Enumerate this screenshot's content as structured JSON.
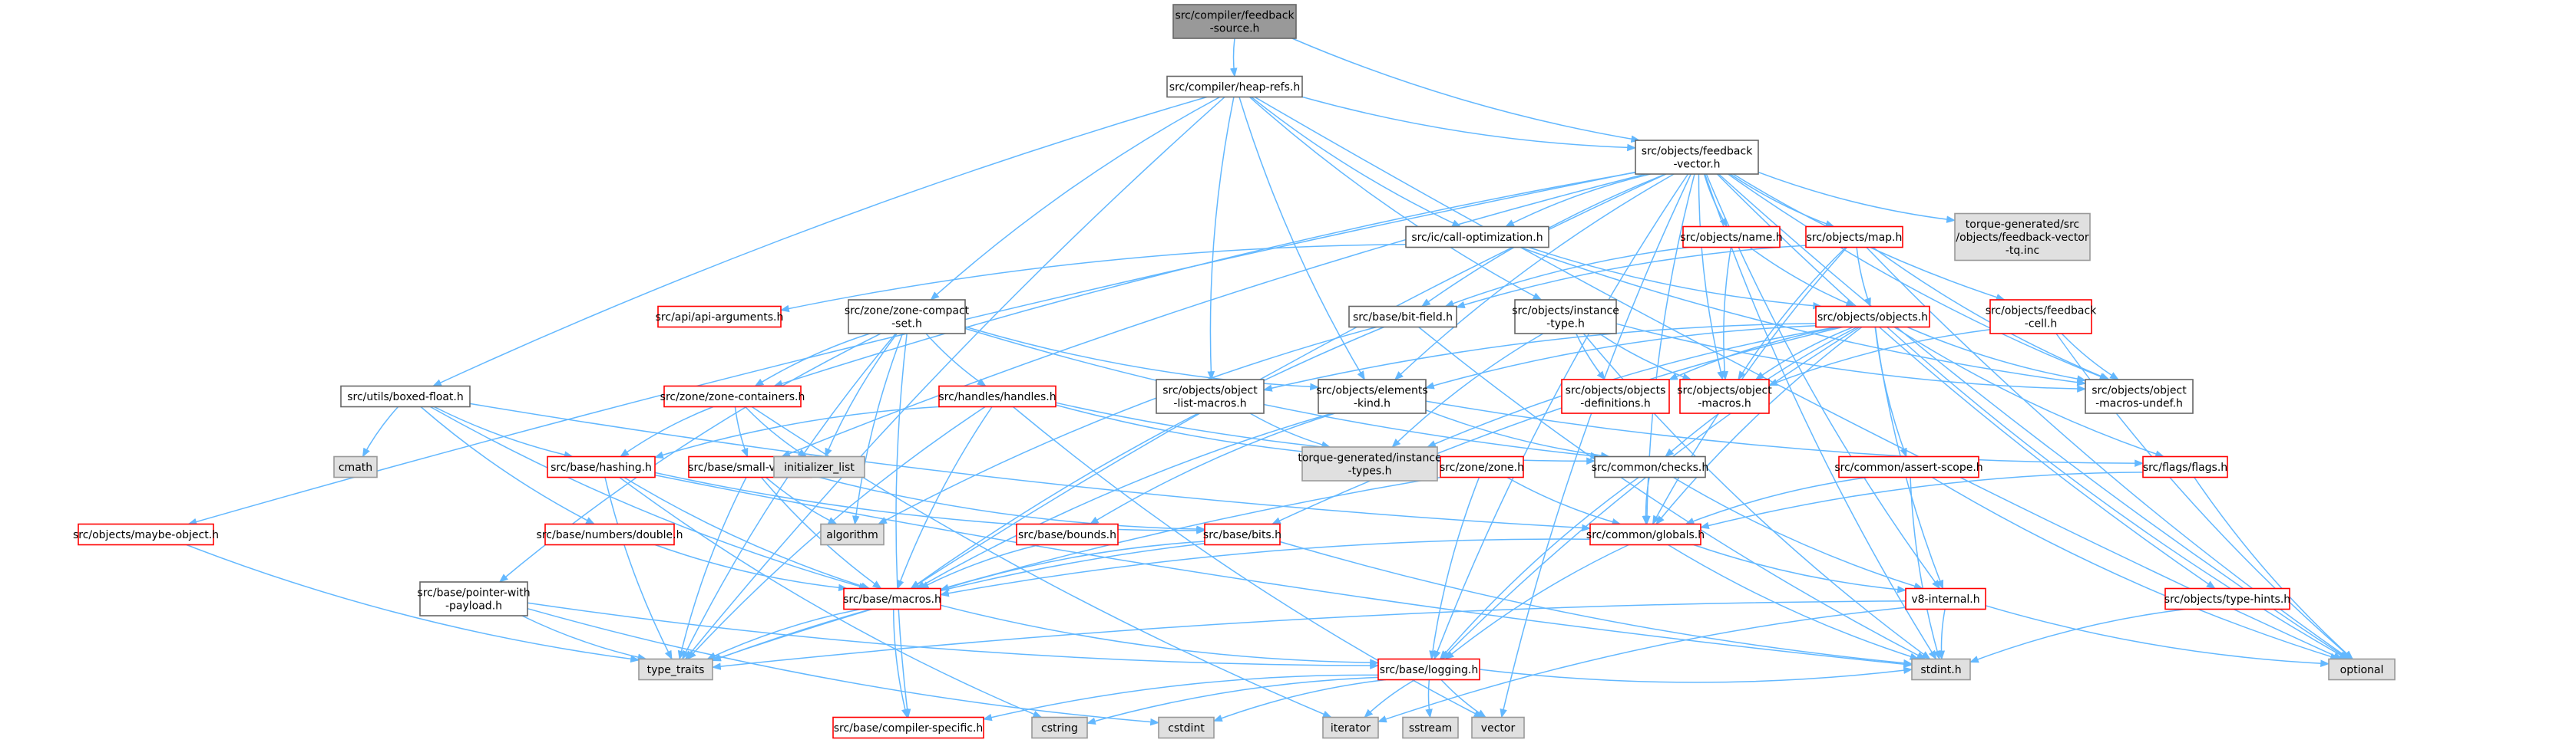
{
  "colors": {
    "root_fill": "#999999",
    "root_stroke": "#666666",
    "header_fill": "#ffffff",
    "header_stroke": "#666666",
    "incomplete_stroke": "#ff0000",
    "system_fill": "#e0e0e0",
    "system_stroke": "#999999",
    "edge": "#63b8ff",
    "edge_dark": "#6a8cab"
  },
  "nodes": [
    {
      "id": "root",
      "lines": [
        "src/compiler/feedback",
        "-source.h"
      ],
      "kind": "root"
    },
    {
      "id": "heaprefs",
      "lines": [
        "src/compiler/heap-refs.h"
      ],
      "kind": "header"
    },
    {
      "id": "fbvector",
      "lines": [
        "src/objects/feedback",
        "-vector.h"
      ],
      "kind": "header"
    },
    {
      "id": "calloptim",
      "lines": [
        "src/ic/call-optimization.h"
      ],
      "kind": "header"
    },
    {
      "id": "objname",
      "lines": [
        "src/objects/name.h"
      ],
      "kind": "incomplete"
    },
    {
      "id": "objmap",
      "lines": [
        "src/objects/map.h"
      ],
      "kind": "incomplete"
    },
    {
      "id": "torquefb",
      "lines": [
        "torque-generated/src",
        "/objects/feedback-vector",
        "-tq.inc"
      ],
      "kind": "system"
    },
    {
      "id": "apiargs",
      "lines": [
        "src/api/api-arguments.h"
      ],
      "kind": "incomplete"
    },
    {
      "id": "zonecompact",
      "lines": [
        "src/zone/zone-compact",
        "-set.h"
      ],
      "kind": "header"
    },
    {
      "id": "bitfield",
      "lines": [
        "src/base/bit-field.h"
      ],
      "kind": "header"
    },
    {
      "id": "insttype",
      "lines": [
        "src/objects/instance",
        "-type.h"
      ],
      "kind": "header"
    },
    {
      "id": "objects",
      "lines": [
        "src/objects/objects.h"
      ],
      "kind": "incomplete"
    },
    {
      "id": "fbcell",
      "lines": [
        "src/objects/feedback",
        "-cell.h"
      ],
      "kind": "incomplete"
    },
    {
      "id": "boxedfloat",
      "lines": [
        "src/utils/boxed-float.h"
      ],
      "kind": "header"
    },
    {
      "id": "zonecont",
      "lines": [
        "src/zone/zone-containers.h"
      ],
      "kind": "incomplete"
    },
    {
      "id": "handles",
      "lines": [
        "src/handles/handles.h"
      ],
      "kind": "incomplete"
    },
    {
      "id": "objlistmac",
      "lines": [
        "src/objects/object",
        "-list-macros.h"
      ],
      "kind": "header"
    },
    {
      "id": "elemkind",
      "lines": [
        "src/objects/elements",
        "-kind.h"
      ],
      "kind": "header"
    },
    {
      "id": "objdefs",
      "lines": [
        "src/objects/objects",
        "-definitions.h"
      ],
      "kind": "incomplete"
    },
    {
      "id": "objmacros",
      "lines": [
        "src/objects/object",
        "-macros.h"
      ],
      "kind": "incomplete"
    },
    {
      "id": "objmacundef",
      "lines": [
        "src/objects/object",
        "-macros-undef.h"
      ],
      "kind": "header"
    },
    {
      "id": "cmath",
      "lines": [
        "cmath"
      ],
      "kind": "system"
    },
    {
      "id": "hashing",
      "lines": [
        "src/base/hashing.h"
      ],
      "kind": "incomplete"
    },
    {
      "id": "smallvec",
      "lines": [
        "src/base/small-vector.h"
      ],
      "kind": "incomplete"
    },
    {
      "id": "initlist",
      "lines": [
        "initializer_list"
      ],
      "kind": "system"
    },
    {
      "id": "torqueinst",
      "lines": [
        "torque-generated/instance",
        "-types.h"
      ],
      "kind": "system"
    },
    {
      "id": "zoneh",
      "lines": [
        "src/zone/zone.h"
      ],
      "kind": "incomplete"
    },
    {
      "id": "checks",
      "lines": [
        "src/common/checks.h"
      ],
      "kind": "header"
    },
    {
      "id": "assertscope",
      "lines": [
        "src/common/assert-scope.h"
      ],
      "kind": "incomplete"
    },
    {
      "id": "flags",
      "lines": [
        "src/flags/flags.h"
      ],
      "kind": "incomplete"
    },
    {
      "id": "maybeobj",
      "lines": [
        "src/objects/maybe-object.h"
      ],
      "kind": "incomplete"
    },
    {
      "id": "double",
      "lines": [
        "src/base/numbers/double.h"
      ],
      "kind": "incomplete"
    },
    {
      "id": "algorithm",
      "lines": [
        "algorithm"
      ],
      "kind": "system"
    },
    {
      "id": "bounds",
      "lines": [
        "src/base/bounds.h"
      ],
      "kind": "incomplete"
    },
    {
      "id": "bits",
      "lines": [
        "src/base/bits.h"
      ],
      "kind": "incomplete"
    },
    {
      "id": "globals",
      "lines": [
        "src/common/globals.h"
      ],
      "kind": "incomplete"
    },
    {
      "id": "ptrpayload",
      "lines": [
        "src/base/pointer-with",
        "-payload.h"
      ],
      "kind": "header"
    },
    {
      "id": "macros",
      "lines": [
        "src/base/macros.h"
      ],
      "kind": "incomplete"
    },
    {
      "id": "v8internal",
      "lines": [
        "v8-internal.h"
      ],
      "kind": "incomplete"
    },
    {
      "id": "typehints",
      "lines": [
        "src/objects/type-hints.h"
      ],
      "kind": "incomplete"
    },
    {
      "id": "typetraits",
      "lines": [
        "type_traits"
      ],
      "kind": "system"
    },
    {
      "id": "logging",
      "lines": [
        "src/base/logging.h"
      ],
      "kind": "incomplete"
    },
    {
      "id": "stdint",
      "lines": [
        "stdint.h"
      ],
      "kind": "system"
    },
    {
      "id": "optional",
      "lines": [
        "optional"
      ],
      "kind": "system"
    },
    {
      "id": "compspec",
      "lines": [
        "src/base/compiler-specific.h"
      ],
      "kind": "incomplete"
    },
    {
      "id": "cstring",
      "lines": [
        "cstring"
      ],
      "kind": "system"
    },
    {
      "id": "cstdint",
      "lines": [
        "cstdint"
      ],
      "kind": "system"
    },
    {
      "id": "iterator",
      "lines": [
        "iterator"
      ],
      "kind": "system"
    },
    {
      "id": "sstream",
      "lines": [
        "sstream"
      ],
      "kind": "system"
    },
    {
      "id": "vector",
      "lines": [
        "vector"
      ],
      "kind": "system"
    }
  ],
  "edges": [
    [
      "root",
      "heaprefs"
    ],
    [
      "root",
      "fbvector"
    ],
    [
      "heaprefs",
      "fbvector"
    ],
    [
      "heaprefs",
      "calloptim"
    ],
    [
      "heaprefs",
      "zonecompact"
    ],
    [
      "heaprefs",
      "boxedfloat"
    ],
    [
      "heaprefs",
      "objlistmac"
    ],
    [
      "heaprefs",
      "elemkind"
    ],
    [
      "heaprefs",
      "insttype"
    ],
    [
      "heaprefs",
      "typetraits"
    ],
    [
      "heaprefs",
      "optional"
    ],
    [
      "fbvector",
      "calloptim"
    ],
    [
      "fbvector",
      "objname"
    ],
    [
      "fbvector",
      "objmap"
    ],
    [
      "fbvector",
      "torquefb"
    ],
    [
      "fbvector",
      "fbcell"
    ],
    [
      "fbvector",
      "bitfield"
    ],
    [
      "fbvector",
      "elemkind"
    ],
    [
      "fbvector",
      "objmacros"
    ],
    [
      "fbvector",
      "objmacundef"
    ],
    [
      "fbvector",
      "maybeobj"
    ],
    [
      "fbvector",
      "zonecont"
    ],
    [
      "fbvector",
      "smallvec"
    ],
    [
      "fbvector",
      "macros"
    ],
    [
      "fbvector",
      "typehints"
    ],
    [
      "fbvector",
      "globals"
    ],
    [
      "fbvector",
      "logging"
    ],
    [
      "fbvector",
      "v8internal"
    ],
    [
      "fbvector",
      "optional"
    ],
    [
      "fbvector",
      "vector"
    ],
    [
      "fbvector",
      "stdint"
    ],
    [
      "calloptim",
      "apiargs"
    ],
    [
      "calloptim",
      "objects"
    ],
    [
      "calloptim",
      "objmacundef"
    ],
    [
      "objname",
      "objects"
    ],
    [
      "objname",
      "objmacros"
    ],
    [
      "objname",
      "bitfield"
    ],
    [
      "objmap",
      "objects"
    ],
    [
      "objmap",
      "bitfield"
    ],
    [
      "objmap",
      "objmacros"
    ],
    [
      "objmap",
      "objmacundef"
    ],
    [
      "objmap",
      "globals"
    ],
    [
      "objmap",
      "optional"
    ],
    [
      "fbcell",
      "objmacros"
    ],
    [
      "fbcell",
      "objmacundef"
    ],
    [
      "fbcell",
      "optional"
    ],
    [
      "zonecompact",
      "zonecont"
    ],
    [
      "zonecompact",
      "handles"
    ],
    [
      "zonecompact",
      "initlist"
    ],
    [
      "zonecompact",
      "algorithm"
    ],
    [
      "zonecompact",
      "typetraits"
    ],
    [
      "zonecompact",
      "ptrpayload"
    ],
    [
      "zonecompact",
      "compspec"
    ],
    [
      "zonecompact",
      "checks"
    ],
    [
      "zonecompact",
      "elemkind"
    ],
    [
      "bitfield",
      "macros"
    ],
    [
      "bitfield",
      "stdint"
    ],
    [
      "bitfield",
      "algorithm"
    ],
    [
      "insttype",
      "objdefs"
    ],
    [
      "insttype",
      "objmacros"
    ],
    [
      "insttype",
      "objmacundef"
    ],
    [
      "insttype",
      "torqueinst"
    ],
    [
      "insttype",
      "stdint"
    ],
    [
      "objects",
      "objdefs"
    ],
    [
      "objects",
      "objmacros"
    ],
    [
      "objects",
      "objmacundef"
    ],
    [
      "objects",
      "objlistmac"
    ],
    [
      "objects",
      "elemkind"
    ],
    [
      "objects",
      "checks"
    ],
    [
      "objects",
      "assertscope"
    ],
    [
      "objects",
      "flags"
    ],
    [
      "objects",
      "globals"
    ],
    [
      "objects",
      "bits"
    ],
    [
      "objects",
      "logging"
    ],
    [
      "objects",
      "v8internal"
    ],
    [
      "objects",
      "optional"
    ],
    [
      "objects",
      "torqueinst"
    ],
    [
      "boxedfloat",
      "cmath"
    ],
    [
      "boxedfloat",
      "hashing"
    ],
    [
      "boxedfloat",
      "double"
    ],
    [
      "boxedfloat",
      "macros"
    ],
    [
      "boxedfloat",
      "globals"
    ],
    [
      "zonecont",
      "hashing"
    ],
    [
      "zonecont",
      "smallvec"
    ],
    [
      "zonecont",
      "initlist"
    ],
    [
      "zonecont",
      "iterator"
    ],
    [
      "handles",
      "hashing"
    ],
    [
      "handles",
      "macros"
    ],
    [
      "handles",
      "zoneh"
    ],
    [
      "handles",
      "checks"
    ],
    [
      "handles",
      "typetraits"
    ],
    [
      "handles",
      "vector"
    ],
    [
      "objlistmac",
      "torqueinst"
    ],
    [
      "elemkind",
      "bounds"
    ],
    [
      "elemkind",
      "macros"
    ],
    [
      "elemkind",
      "checks"
    ],
    [
      "elemkind",
      "flags"
    ],
    [
      "hashing",
      "bits"
    ],
    [
      "hashing",
      "macros"
    ],
    [
      "hashing",
      "typetraits"
    ],
    [
      "hashing",
      "cstring"
    ],
    [
      "hashing",
      "stdint"
    ],
    [
      "smallvec",
      "algorithm"
    ],
    [
      "smallvec",
      "macros"
    ],
    [
      "smallvec",
      "bits"
    ],
    [
      "smallvec",
      "typetraits"
    ],
    [
      "zoneh",
      "globals"
    ],
    [
      "zoneh",
      "logging"
    ],
    [
      "zoneh",
      "typetraits"
    ],
    [
      "checks",
      "globals"
    ],
    [
      "checks",
      "logging"
    ],
    [
      "checks",
      "v8internal"
    ],
    [
      "assertscope",
      "globals"
    ],
    [
      "assertscope",
      "stdint"
    ],
    [
      "assertscope",
      "optional"
    ],
    [
      "flags",
      "globals"
    ],
    [
      "flags",
      "optional"
    ],
    [
      "maybeobj",
      "typetraits"
    ],
    [
      "double",
      "macros"
    ],
    [
      "bounds",
      "macros"
    ],
    [
      "bits",
      "macros"
    ],
    [
      "bits",
      "typetraits"
    ],
    [
      "bits",
      "stdint"
    ],
    [
      "globals",
      "macros"
    ],
    [
      "globals",
      "v8internal"
    ],
    [
      "globals",
      "logging"
    ],
    [
      "globals",
      "stdint"
    ],
    [
      "ptrpayload",
      "logging"
    ],
    [
      "ptrpayload",
      "typetraits"
    ],
    [
      "ptrpayload",
      "cstdint"
    ],
    [
      "macros",
      "typetraits"
    ],
    [
      "macros",
      "logging"
    ],
    [
      "macros",
      "compspec"
    ],
    [
      "v8internal",
      "typetraits"
    ],
    [
      "v8internal",
      "stdint"
    ],
    [
      "v8internal",
      "optional"
    ],
    [
      "v8internal",
      "iterator"
    ],
    [
      "typehints",
      "stdint"
    ],
    [
      "logging",
      "compspec"
    ],
    [
      "logging",
      "cstring"
    ],
    [
      "logging",
      "cstdint"
    ],
    [
      "logging",
      "iterator"
    ],
    [
      "logging",
      "sstream"
    ],
    [
      "logging",
      "vector"
    ],
    [
      "logging",
      "stdint"
    ]
  ]
}
